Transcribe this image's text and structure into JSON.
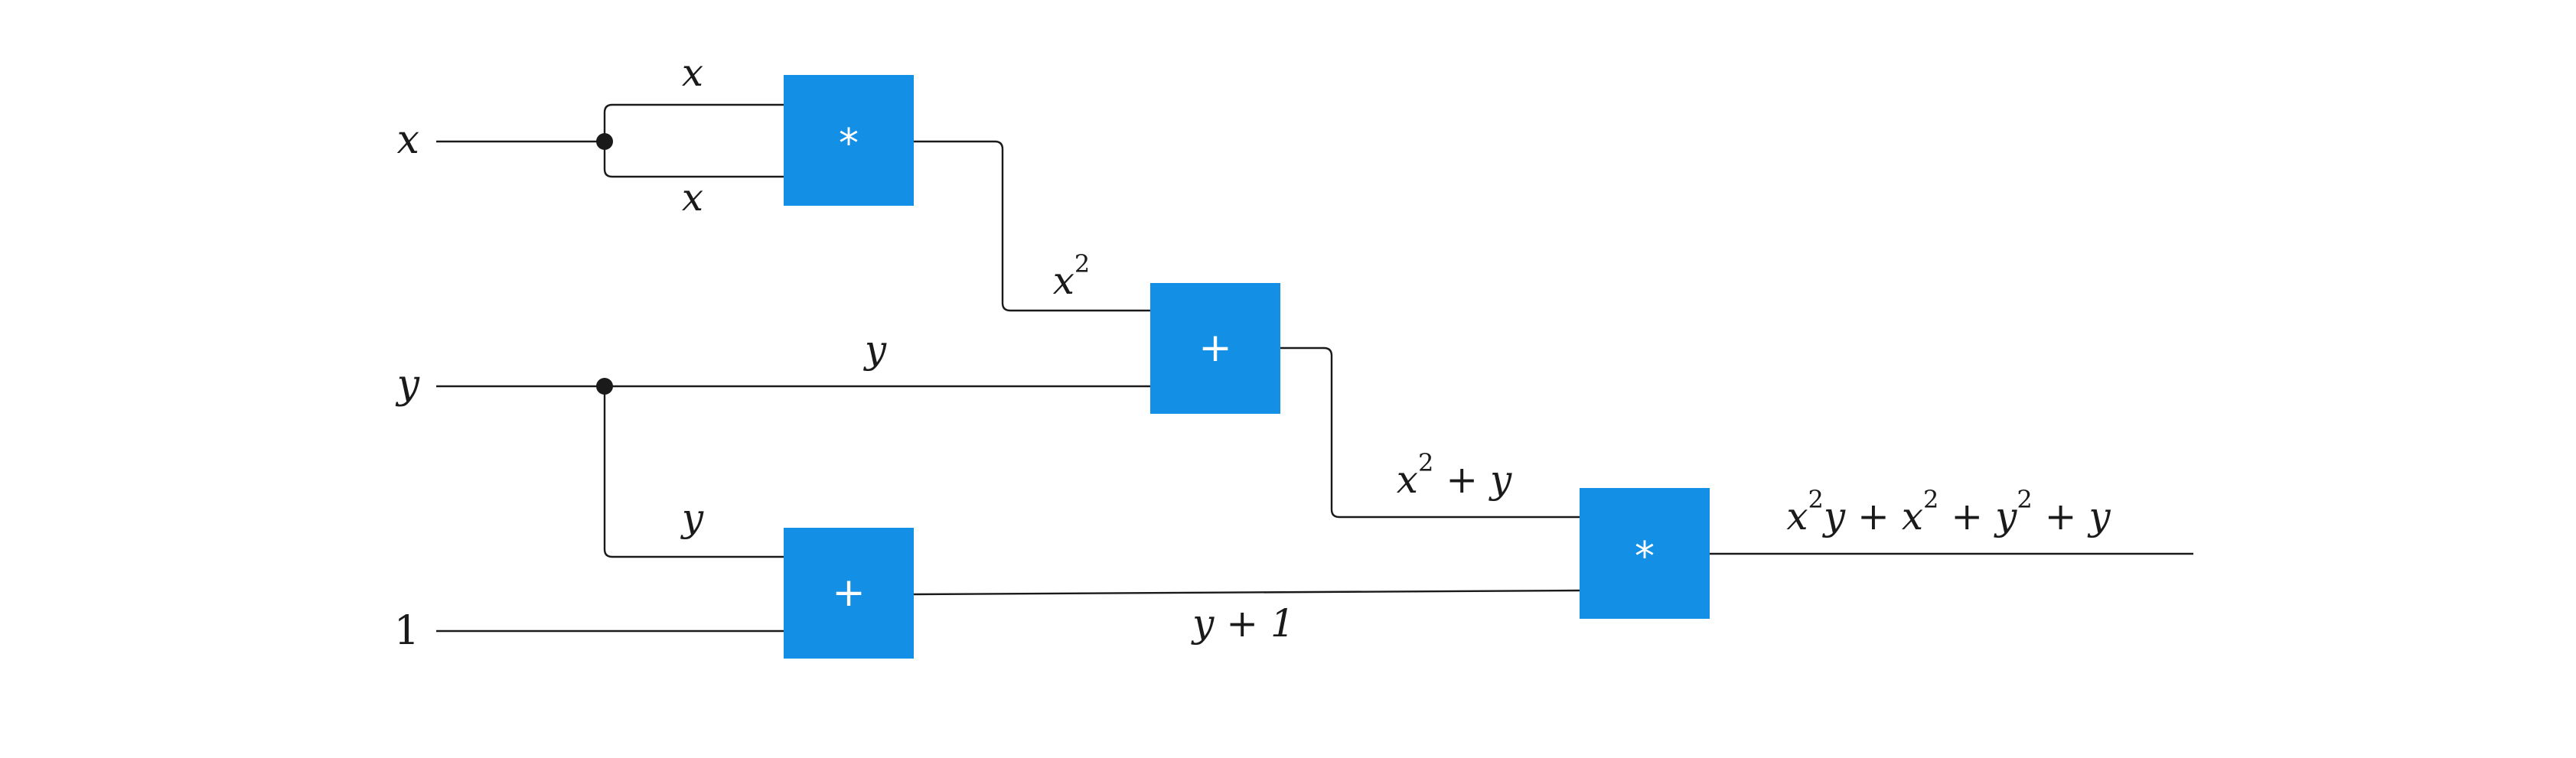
{
  "inputs": {
    "x": "x",
    "y": "y",
    "one": "1"
  },
  "operations": {
    "mul_top": "*",
    "add_mid": "+",
    "add_bottom": "+",
    "mul_final": "*"
  },
  "edge_labels": {
    "x_upper": "x",
    "x_lower": "x",
    "y_direct": "y",
    "y_branch": "y",
    "x_squared": {
      "base": "x",
      "exp": "2"
    },
    "x2_plus_y": {
      "base": "x",
      "exp": "2",
      "rest": " + y"
    },
    "y_plus_one": "y + 1",
    "output": {
      "t1": "x",
      "e1": "2",
      "t2": "y + x",
      "e2": "2",
      "t3": " + y",
      "e3": "2",
      "t4": " + y"
    }
  },
  "colors": {
    "box": "#1390e5",
    "wire": "#1a1a1a",
    "symbol": "#ffffff"
  }
}
